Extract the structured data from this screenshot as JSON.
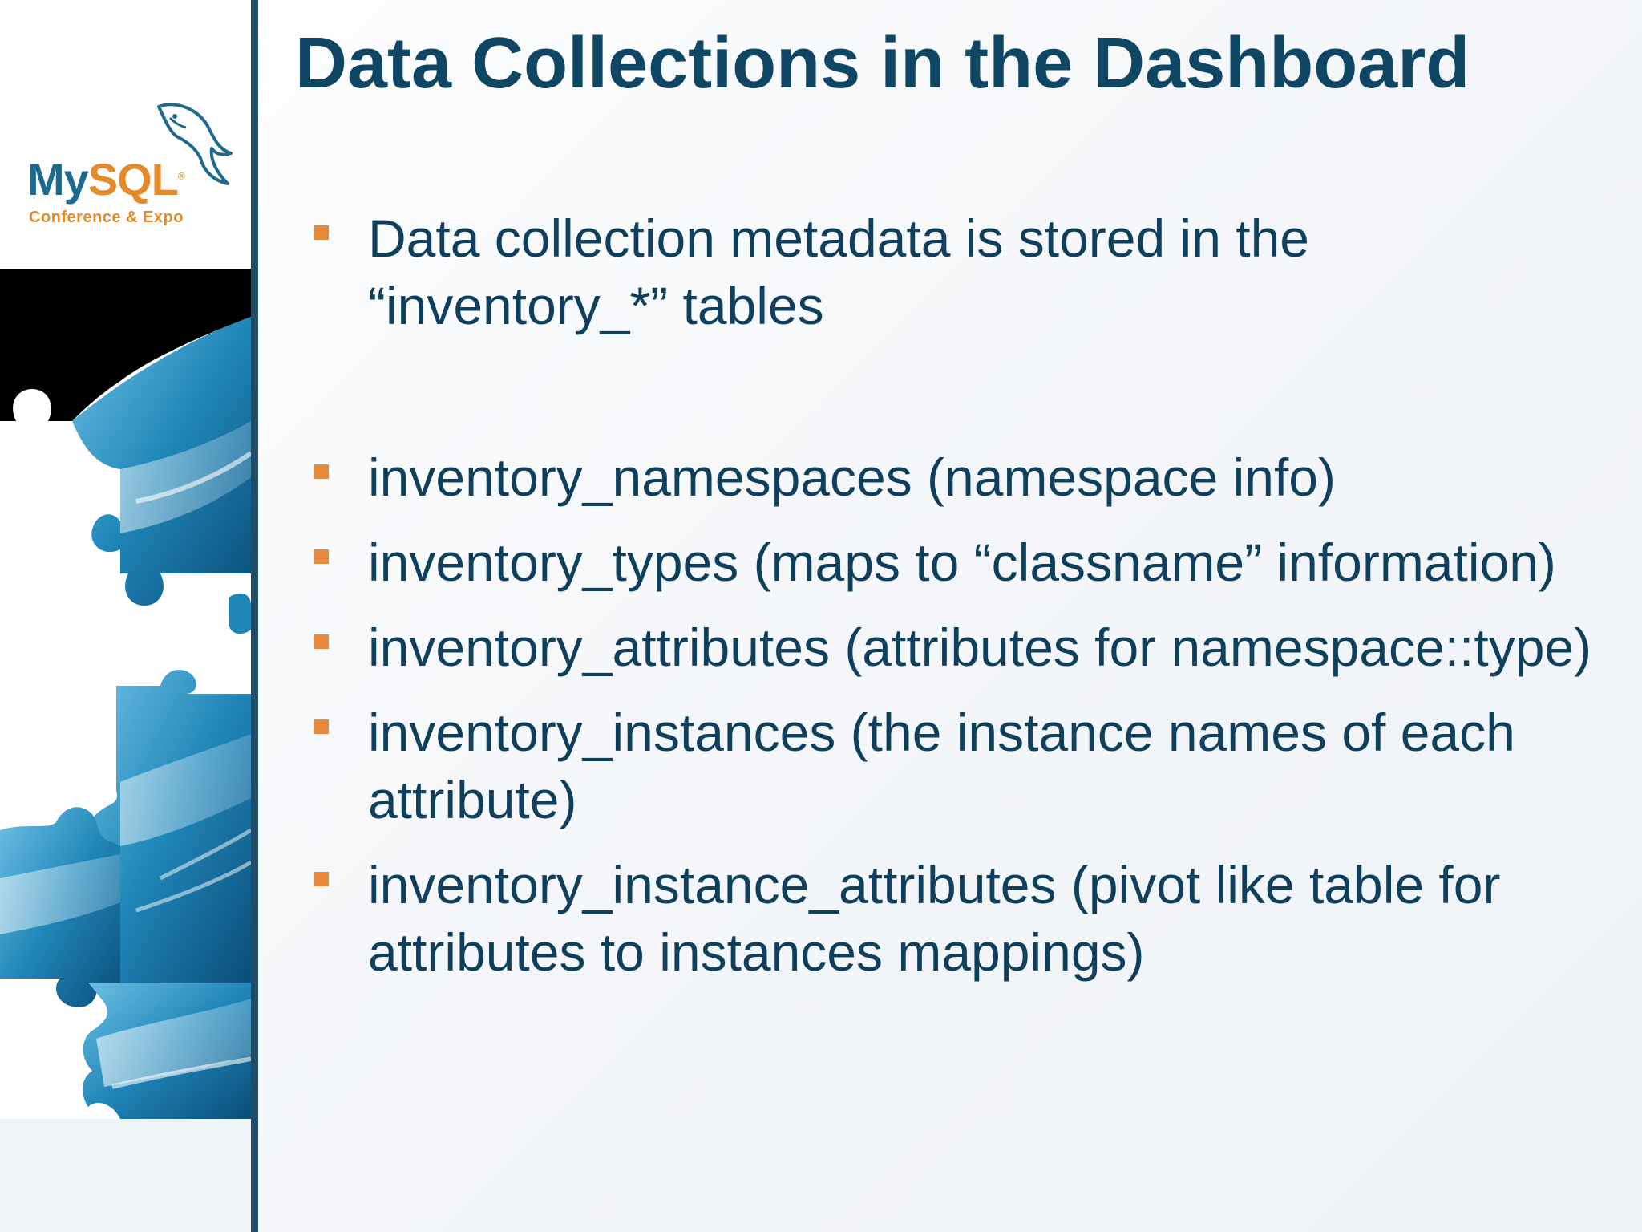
{
  "slide": {
    "title": "Data Collections in the Dashboard",
    "bullets": [
      "Data collection metadata is stored in the “inventory_*” tables",
      "inventory_namespaces (namespace info)",
      "inventory_types (maps to “classname” information)",
      "inventory_attributes (attributes for namespace::type)",
      "inventory_instances (the instance names of each attribute)",
      "inventory_instance_attributes (pivot like table for attributes to instances mappings)"
    ]
  },
  "logo": {
    "brand_my": "My",
    "brand_sql": "SQL",
    "registered": "®",
    "subtitle": "Conference & Expo"
  },
  "colors": {
    "title": "#0e4664",
    "body_text": "#0e3f5c",
    "bullet_marker": "#e8893a",
    "divider": "#1f4d68",
    "logo_blue": "#1e6a8c",
    "logo_orange": "#e48a2a"
  }
}
